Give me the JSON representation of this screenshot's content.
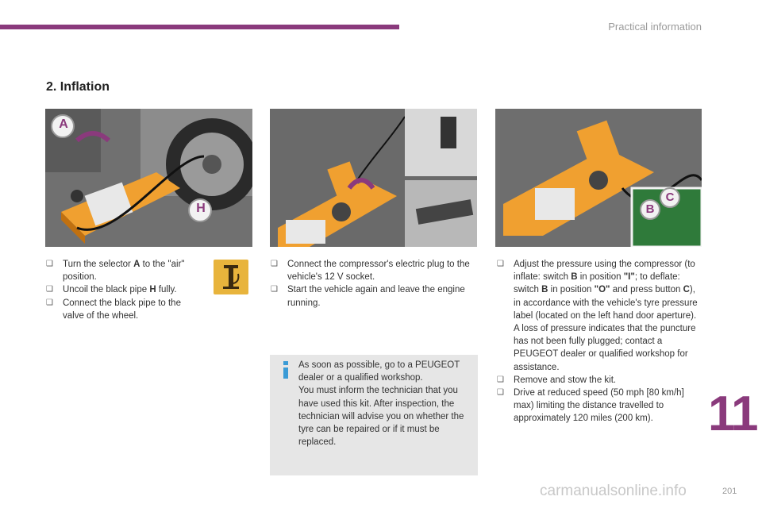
{
  "header": {
    "section_title": "Practical information",
    "accent_color": "#8a3a7c"
  },
  "heading": "2. Inflation",
  "images": [
    {
      "name": "compressor-selector-photo",
      "callouts": [
        "A",
        "H"
      ]
    },
    {
      "name": "compressor-plug-photo",
      "callouts": []
    },
    {
      "name": "compressor-pressure-photo",
      "callouts": [
        "B",
        "C"
      ]
    }
  ],
  "col1": {
    "items": [
      {
        "parts": [
          "Turn the selector ",
          "A",
          " to the \"air\" position."
        ]
      },
      {
        "parts": [
          "Uncoil the black pipe ",
          "H",
          " fully."
        ]
      },
      {
        "parts": [
          "Connect the black pipe to the valve of the wheel."
        ]
      }
    ]
  },
  "col2": {
    "items": [
      "Connect the compressor's electric plug to the vehicle's 12 V socket.",
      "Start the vehicle again and leave the engine running."
    ]
  },
  "col3": {
    "item1": {
      "parts": [
        "Adjust the pressure using the compressor (to inflate: switch ",
        "B",
        " in position ",
        "\"I\"",
        "; to deflate: switch ",
        "B",
        " in position ",
        "\"O\"",
        " and press button ",
        "C",
        "), in accordance with the vehicle's tyre pressure label (located on the left hand door aperture)."
      ],
      "continuation": "A loss of pressure indicates that the puncture has not been fully plugged; contact a PEUGEOT dealer or qualified workshop for assistance."
    },
    "item2": "Remove and stow the kit.",
    "item3": "Drive at reduced speed (50 mph [80 km/h] max) limiting the distance travelled to approximately 120 miles (200 km)."
  },
  "info_box": {
    "icon": "info-icon",
    "lines": [
      "As soon as possible, go to a PEUGEOT dealer or a qualified workshop.",
      "You must inform the technician that you have used this kit. After inspection, the technician will advise you on whether the tyre can be repaired or if it must be replaced."
    ]
  },
  "bullet_glyph": "❑",
  "chapter_number": "11",
  "page_number": "201",
  "watermark": "carmanualsonline.info"
}
